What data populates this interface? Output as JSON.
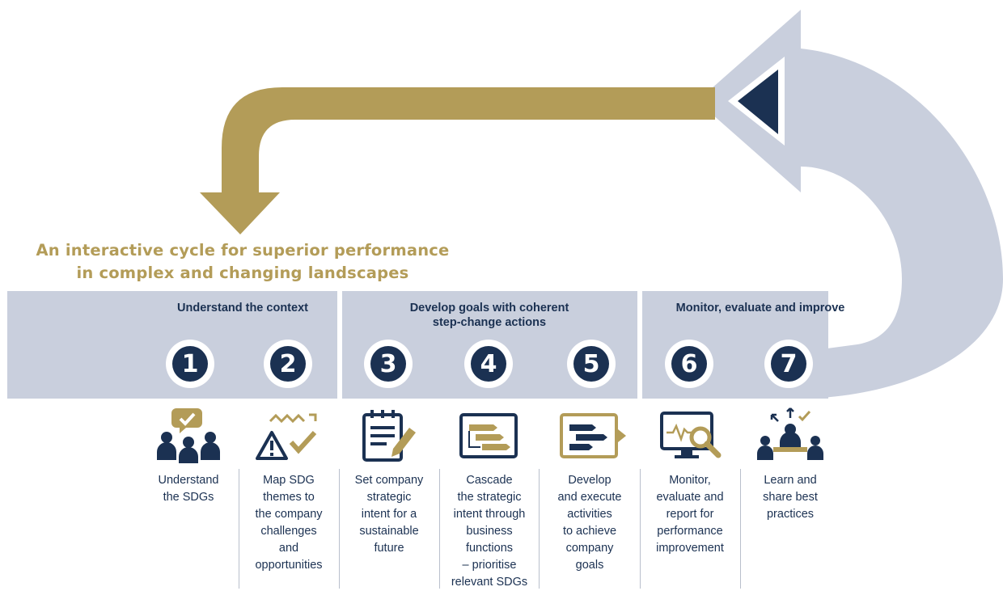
{
  "title": {
    "line1": "An interactive cycle for superior performance",
    "line2": "in complex and changing landscapes"
  },
  "stages": [
    {
      "label": "Understand the context"
    },
    {
      "label_line1": "Develop goals with coherent",
      "label_line2": "step-change actions"
    },
    {
      "label": "Monitor, evaluate and improve"
    }
  ],
  "steps": [
    {
      "number": "1",
      "icon": "people-speech-check-icon",
      "label_lines": [
        "Understand",
        "the SDGs"
      ]
    },
    {
      "number": "2",
      "icon": "warning-trend-check-icon",
      "label_lines": [
        "Map SDG",
        "themes to",
        "the company",
        "challenges",
        "and",
        "opportunities"
      ]
    },
    {
      "number": "3",
      "icon": "notepad-pencil-icon",
      "label_lines": [
        "Set company",
        "strategic",
        "intent for a",
        "sustainable",
        "future"
      ]
    },
    {
      "number": "4",
      "icon": "cascade-board-icon",
      "label_lines": [
        "Cascade",
        "the strategic",
        "intent through",
        "business",
        "functions",
        "– prioritise",
        "relevant SDGs"
      ]
    },
    {
      "number": "5",
      "icon": "gantt-board-arrow-icon",
      "label_lines": [
        "Develop",
        "and execute",
        "activities",
        "to achieve",
        "company",
        "goals"
      ]
    },
    {
      "number": "6",
      "icon": "monitor-magnifier-icon",
      "label_lines": [
        "Monitor,",
        "evaluate and",
        "report for",
        "performance",
        "improvement"
      ]
    },
    {
      "number": "7",
      "icon": "team-share-icon",
      "label_lines": [
        "Learn and",
        "share best",
        "practices"
      ]
    }
  ],
  "colors": {
    "gold": "#b39c58",
    "navy": "#1b3152",
    "band": "#c9cfdd",
    "arrow_grey": "#c9cfdd"
  }
}
